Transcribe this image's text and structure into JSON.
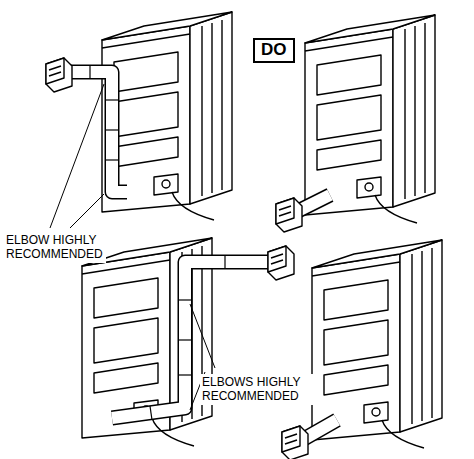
{
  "diagram": {
    "nodes": [
      {
        "text": [
          "DO"
        ]
      }
    ],
    "labels": [
      "ELBOW HIGHLY RECOMMENDED",
      "ELBOWS HIGHLY RECOMMENDED"
    ]
  }
}
